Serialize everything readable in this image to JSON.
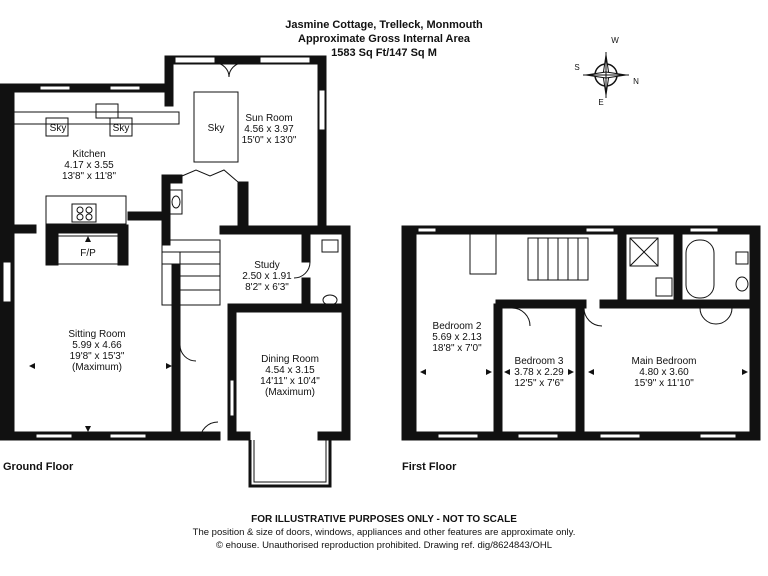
{
  "header": {
    "title": "Jasmine Cottage, Trelleck, Monmouth",
    "area_label": "Approximate Gross Internal Area",
    "area_value": "1583 Sq Ft/147 Sq M"
  },
  "compass": {
    "n": "N",
    "s": "S",
    "e": "E",
    "w": "W"
  },
  "floors": {
    "ground": "Ground Floor",
    "first": "First Floor"
  },
  "rooms": {
    "kitchen": {
      "name": "Kitchen",
      "metric": "4.17 x 3.55",
      "imperial": "13'8\" x 11'8\""
    },
    "sun_room": {
      "name": "Sun Room",
      "metric": "4.56 x 3.97",
      "imperial": "15'0\" x 13'0\""
    },
    "study": {
      "name": "Study",
      "metric": "2.50 x 1.91",
      "imperial": "8'2\" x 6'3\""
    },
    "sitting": {
      "name": "Sitting Room",
      "metric": "5.99 x 4.66",
      "imperial": "19'8\" x 15'3\"",
      "note": "(Maximum)"
    },
    "dining": {
      "name": "Dining Room",
      "metric": "4.54 x 3.15",
      "imperial": "14'11\" x 10'4\"",
      "note": "(Maximum)"
    },
    "bed2": {
      "name": "Bedroom 2",
      "metric": "5.69 x 2.13",
      "imperial": "18'8\" x 7'0\""
    },
    "bed3": {
      "name": "Bedroom 3",
      "metric": "3.78 x 2.29",
      "imperial": "12'5\" x 7'6\""
    },
    "main_bed": {
      "name": "Main Bedroom",
      "metric": "4.80 x 3.60",
      "imperial": "15'9\" x 11'10\""
    }
  },
  "fixtures": {
    "sky": "Sky",
    "fireplace": "F/P"
  },
  "footer": {
    "disclaimer": "FOR ILLUSTRATIVE PURPOSES ONLY - NOT TO SCALE",
    "note": "The position & size of doors, windows, appliances and other features are approximate only.",
    "copyright": "© ehouse. Unauthorised reproduction prohibited. Drawing ref. dig/8624843/OHL"
  }
}
